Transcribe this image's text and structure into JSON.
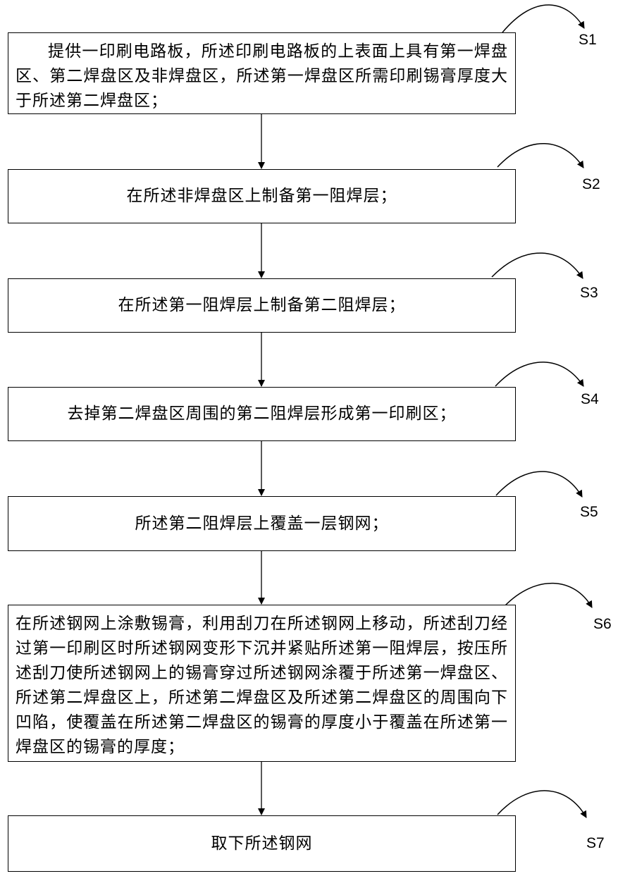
{
  "steps": [
    {
      "label": "S1",
      "text": "提供一印刷电路板，所述印刷电路板的上表面上具有第一焊盘区、第二焊盘区及非焊盘区，所述第一焊盘区所需印刷锡膏厚度大于所述第二焊盘区；"
    },
    {
      "label": "S2",
      "text": "在所述非焊盘区上制备第一阻焊层；"
    },
    {
      "label": "S3",
      "text": "在所述第一阻焊层上制备第二阻焊层；"
    },
    {
      "label": "S4",
      "text": "去掉第二焊盘区周围的第二阻焊层形成第一印刷区；"
    },
    {
      "label": "S5",
      "text": "所述第二阻焊层上覆盖一层钢网；"
    },
    {
      "label": "S6",
      "text": "在所述钢网上涂敷锡膏，利用刮刀在所述钢网上移动，所述刮刀经过第一印刷区时所述钢网变形下沉并紧贴所述第一阻焊层，按压所述刮刀使所述钢网上的锡膏穿过所述钢网涂覆于所述第一焊盘区、所述第二焊盘区上，所述第二焊盘区及所述第二焊盘区的周围向下凹陷，使覆盖在所述第二焊盘区的锡膏的厚度小于覆盖在所述第一焊盘区的锡膏的厚度；"
    },
    {
      "label": "S7",
      "text": "取下所述钢网"
    }
  ]
}
